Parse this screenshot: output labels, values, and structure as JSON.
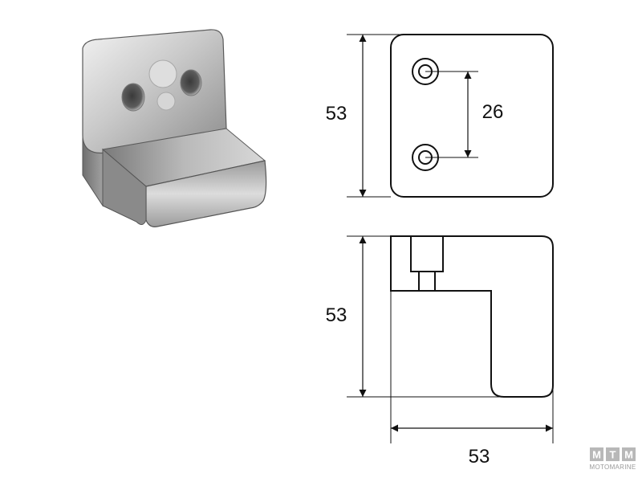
{
  "dimensions": {
    "front_height": "53",
    "hole_spacing": "26",
    "side_height": "53",
    "side_width": "53"
  },
  "watermark": {
    "letters": [
      "M",
      "T",
      "M"
    ],
    "caption": "MOTOMARINE"
  },
  "colors": {
    "line": "#111111",
    "metal_light": "#e6e6e6",
    "metal_mid": "#b5b5b5",
    "metal_dark": "#6e6e6e",
    "watermark_box": "#b8b8b8"
  }
}
